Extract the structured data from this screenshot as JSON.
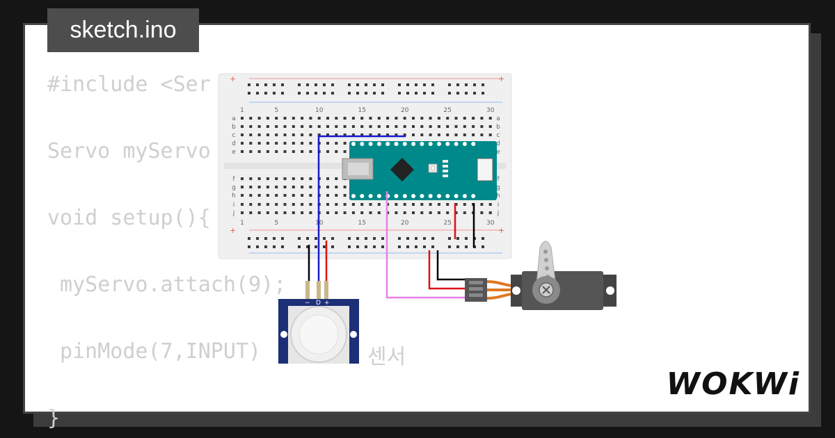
{
  "tab": {
    "filename": "sketch.ino"
  },
  "code_lines": [
    "#include <Ser",
    "Servo myServo",
    "void setup(){",
    " myServo.attach(9);",
    " pinMode(7,INPUT)",
    "}"
  ],
  "code_comment": "센서",
  "logo": {
    "text": "WOKWi"
  },
  "breadboard": {
    "col_numbers": [
      "1",
      "5",
      "10",
      "15",
      "20",
      "25",
      "30"
    ],
    "rows_top": [
      "a",
      "b",
      "c",
      "d",
      "e"
    ],
    "rows_bottom": [
      "f",
      "g",
      "h",
      "i",
      "j"
    ],
    "rail_plus": "+",
    "rail_minus": "−"
  },
  "pir": {
    "pin_labels": [
      "−",
      "D",
      "+"
    ]
  },
  "colors": {
    "wire_black": "#000000",
    "wire_blue": "#1a1acc",
    "wire_red": "#dd1111",
    "wire_pink": "#e680e6",
    "nano": "#008a8a",
    "pir": "#1c2f78",
    "servo": "#444444"
  }
}
